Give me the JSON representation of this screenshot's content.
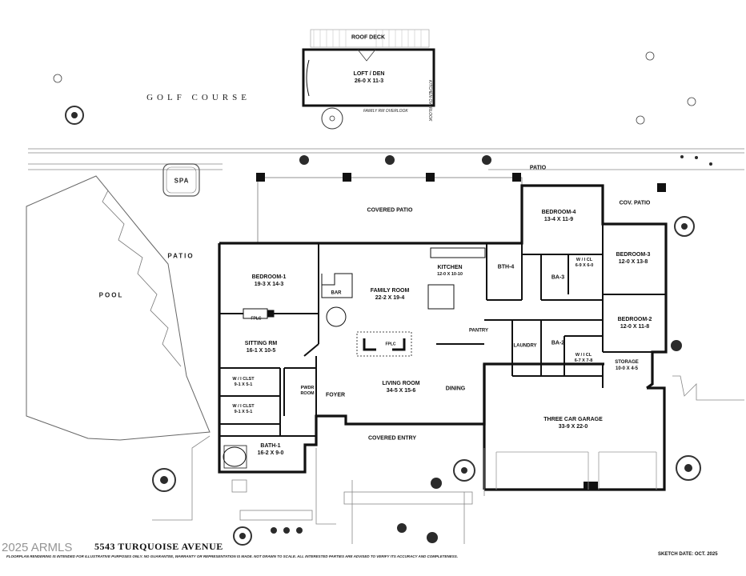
{
  "plan": {
    "site_labels": {
      "golf_course": "GOLF COURSE",
      "pool": "POOL",
      "spa": "SPA",
      "patio_west": "PATIO",
      "patio_north": "PATIO",
      "roof_deck": "ROOF DECK",
      "covered_patio": "COVERED PATIO",
      "cov_patio": "COV. PATIO",
      "covered_entry": "COVERED ENTRY",
      "foyer": "FOYER",
      "dining": "DINING",
      "bar": "BAR",
      "pantry": "PANTRY",
      "laundry": "LAUNDRY",
      "fplc_1": "FPLC",
      "fplc_2": "FPLC",
      "family_rm_overlook": "FAMILY RM OVERLOOK",
      "kitchen_overlook": "KITCHEN OVERLOOK"
    },
    "rooms": {
      "loft": {
        "name": "LOFT / DEN",
        "dims": "26-0 X 11-3"
      },
      "bedroom4": {
        "name": "BEDROOM-4",
        "dims": "13-4 X 11-9"
      },
      "bedroom1": {
        "name": "BEDROOM-1",
        "dims": "19-3 X 14-3"
      },
      "family": {
        "name": "FAMILY ROOM",
        "dims": "22-2 X 19-4"
      },
      "kitchen": {
        "name": "KITCHEN",
        "dims": "12-0 X 10-10"
      },
      "bth4": {
        "name": "BTH-4",
        "dims": ""
      },
      "bedroom3": {
        "name": "BEDROOM-3",
        "dims": "12-0 X 13-8"
      },
      "wicl3": {
        "name": "W / I CL",
        "dims": "6-9 X 6-0"
      },
      "ba3": {
        "name": "BA-3",
        "dims": ""
      },
      "bedroom2": {
        "name": "BEDROOM-2",
        "dims": "12-0 X 11-8"
      },
      "sitting": {
        "name": "SITTING RM",
        "dims": "16-1 X 10-5"
      },
      "living": {
        "name": "LIVING ROOM",
        "dims": "34-5 X 15-6"
      },
      "ba2": {
        "name": "BA-2",
        "dims": ""
      },
      "wicl2": {
        "name": "W / I CL",
        "dims": "6-7 X 7-8"
      },
      "storage": {
        "name": "STORAGE",
        "dims": "10-0 X 4-5"
      },
      "clst1": {
        "name": "W / I CLST",
        "dims": "9-1 X 5-1"
      },
      "clst2": {
        "name": "W / I CLST",
        "dims": "9-1 X 5-1"
      },
      "pwdr": {
        "name": "PWDR",
        "dims": "ROOM"
      },
      "garage": {
        "name": "THREE CAR GARAGE",
        "dims": "33-9 X 22-0"
      },
      "bath1": {
        "name": "BATH-1",
        "dims": "16-2 X 9-0"
      }
    },
    "footer": {
      "address": "5543 TURQUOISE AVENUE",
      "watermark": "2025 ARMLS",
      "disclaimer": "FLOORPLAN RENDERING IS INTENDED FOR ILLUSTRATIVE PURPOSES ONLY.  NO GUARANTEE, WARRANTY OR REPRESENTATION IS MADE.  NOT DRAWN TO SCALE.  ALL INTERESTED PARTIES ARE ADVISED TO VERIFY ITS ACCURACY AND COMPLETENESS.",
      "sketch_date": "SKETCH DATE:  OCT. 2025"
    }
  }
}
